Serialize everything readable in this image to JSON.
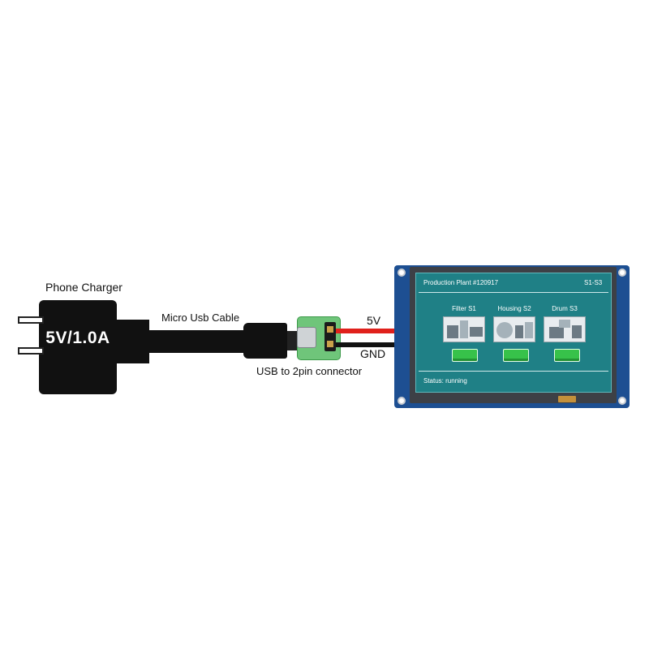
{
  "charger": {
    "label": "Phone Charger",
    "rating": "5V/1.0A"
  },
  "cable": {
    "label": "Micro Usb Cable"
  },
  "connector": {
    "label": "USB to 2pin connector"
  },
  "wires": {
    "positive_label": "5V",
    "ground_label": "GND"
  },
  "display": {
    "title": "Production Plant #120917",
    "range": "S1-S3",
    "stations": [
      {
        "label": "Filter S1"
      },
      {
        "label": "Housing S2"
      },
      {
        "label": "Drum S3"
      }
    ],
    "status": "Status: running"
  },
  "colors": {
    "wire_positive": "#e0201b",
    "wire_ground": "#111111",
    "board_green": "#6fc57a",
    "display_pcb": "#1d4f92",
    "screen_teal": "#1f8086",
    "status_button_green": "#37c24a"
  }
}
